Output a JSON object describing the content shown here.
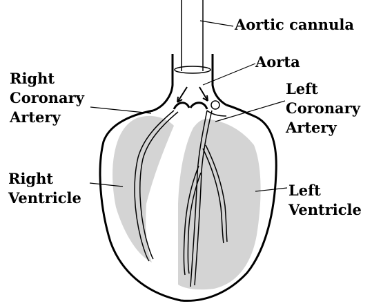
{
  "labels": {
    "aortic_cannula": "Aortic cannula",
    "aorta": "Aorta",
    "right_coronary": [
      "Right",
      "Coronary",
      "Artery"
    ],
    "left_coronary": [
      "Left",
      "Coronary",
      "Artery"
    ],
    "right_ventricle": [
      "Right",
      "Ventricle"
    ],
    "left_ventricle": [
      "Left",
      "Ventricle"
    ]
  },
  "colors": {
    "stroke": "#000000",
    "ventricle_shade": "#d4d4d4",
    "background": "#ffffff"
  }
}
